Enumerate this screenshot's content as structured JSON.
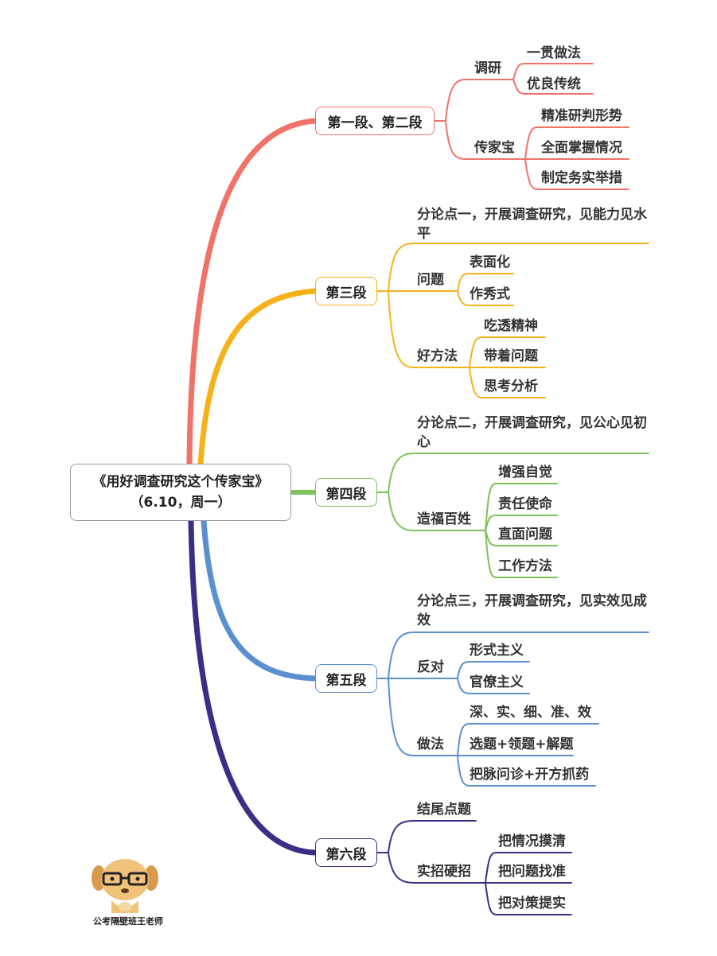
{
  "root": {
    "line1": "《用好调查研究这个传家宝》",
    "line2": "（6.10，周一）"
  },
  "colors": {
    "b1": "#f07268",
    "b2": "#f5b21b",
    "b3": "#7dc15a",
    "b4": "#5a90d0",
    "b5": "#3a2f86"
  },
  "branches": {
    "b1": {
      "label": "第一段、第二段",
      "c1": "调研",
      "c1a": "一贯做法",
      "c1b": "优良传统",
      "c2": "传家宝",
      "c2a": "精准研判形势",
      "c2b": "全面掌握情况",
      "c2c": "制定务实举措"
    },
    "b2": {
      "label": "第三段",
      "point": "分论点一，开展调查研究，见能力见水平",
      "c1": "问题",
      "c1a": "表面化",
      "c1b": "作秀式",
      "c2": "好方法",
      "c2a": "吃透精神",
      "c2b": "带着问题",
      "c2c": "思考分析"
    },
    "b3": {
      "label": "第四段",
      "point": "分论点二，开展调查研究，见公心见初心",
      "c1": "造福百姓",
      "c1a": "增强自觉",
      "c1b": "责任使命",
      "c1c": "直面问题",
      "c1d": "工作方法"
    },
    "b4": {
      "label": "第五段",
      "point": "分论点三，开展调查研究，见实效见成效",
      "c1": "反对",
      "c1a": "形式主义",
      "c1b": "官僚主义",
      "c2": "做法",
      "c2a": "深、实、细、准、效",
      "c2b": "选题+领题+解题",
      "c2c": "把脉问诊+开方抓药"
    },
    "b5": {
      "label": "第六段",
      "c0": "结尾点题",
      "c1": "实招硬招",
      "c1a": "把情况摸清",
      "c1b": "把问题找准",
      "c1c": "把对策提实"
    }
  },
  "watermark": {
    "text": "公考隔壁班王老师",
    "icon": "dog-mascot-icon"
  }
}
